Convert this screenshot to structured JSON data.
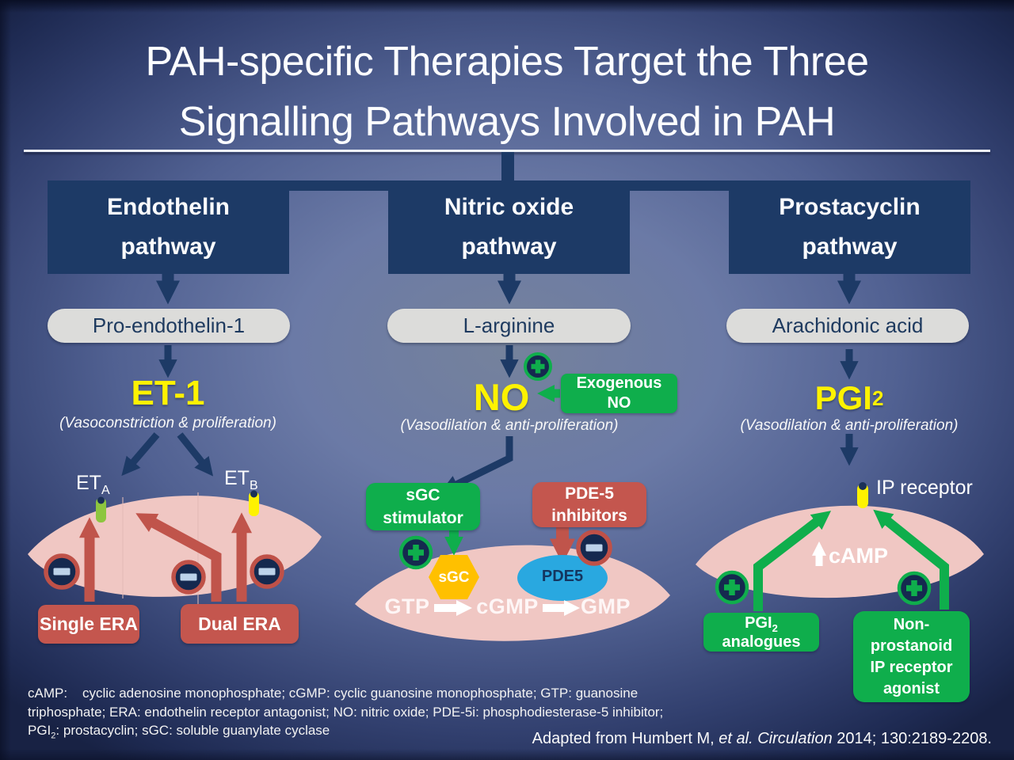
{
  "slide": {
    "title_line1": "PAH-specific Therapies Target the Three",
    "title_line2": "Signalling Pathways Involved in PAH",
    "footnote": {
      "line1": "cAMP:    cyclic adenosine monophosphate; cGMP: cyclic guanosine monophosphate; GTP: guanosine",
      "line2": "triphosphate; ERA: endothelin receptor antagonist; NO: nitric oxide; PDE-5i: phosphodiesterase-5 inhibitor;",
      "line3_pre": "PGI",
      "line3_sub": "2",
      "line3_post": ": prostacyclin; sGC: soluble guanylate cyclase"
    },
    "citation": {
      "pre": "Adapted from Humbert M, ",
      "italic": "et al. Circulation",
      "post": " 2014; 130:2189-2208."
    }
  },
  "endothelin": {
    "header": "Endothelin\npathway",
    "precursor": "Pro-endothelin-1",
    "mediator": "ET-1",
    "effect": "(Vasoconstriction & proliferation)",
    "receptor_a_base": "ET",
    "receptor_a_sub": "A",
    "receptor_b_base": "ET",
    "receptor_b_sub": "B",
    "drug_single": "Single ERA",
    "drug_dual": "Dual ERA"
  },
  "nitric_oxide": {
    "header": "Nitric oxide\npathway",
    "precursor": "L-arginine",
    "mediator": "NO",
    "effect": "(Vasodilation & anti-proliferation)",
    "exogenous": "Exogenous\nNO",
    "drug_stimulator": "sGC\nstimulator",
    "drug_inhibitor": "PDE-5\ninhibitors",
    "enzyme_sgc": "sGC",
    "enzyme_pde5": "PDE5",
    "substrate": "GTP",
    "second_messenger": "cGMP",
    "product": "GMP"
  },
  "prostacyclin": {
    "header": "Prostacyclin\npathway",
    "precursor": "Arachidonic acid",
    "mediator_base": "PGI",
    "mediator_sub": "2",
    "effect": "(Vasodilation & anti-proliferation)",
    "receptor": "IP receptor",
    "messenger": "cAMP",
    "drug_analogue_base": "PGI",
    "drug_analogue_sub": "2",
    "drug_analogue_rest": "analogues",
    "drug_agonist": "Non-\nprostanoid\nIP receptor\nagonist"
  },
  "colors": {
    "background_center": "#75829c",
    "background_edge": "#182244",
    "navy": "#1d3a66",
    "green": "#0fae4c",
    "red": "#c4564e",
    "yellow": "#fef200",
    "pink_cell": "#f0c7c3",
    "pill_gray": "#dcdcda",
    "sgc_gold": "#ffc000",
    "pde5_blue": "#29a8e0",
    "minus_bar": "#bcd2ea",
    "receptor_green": "#8dc63f"
  }
}
